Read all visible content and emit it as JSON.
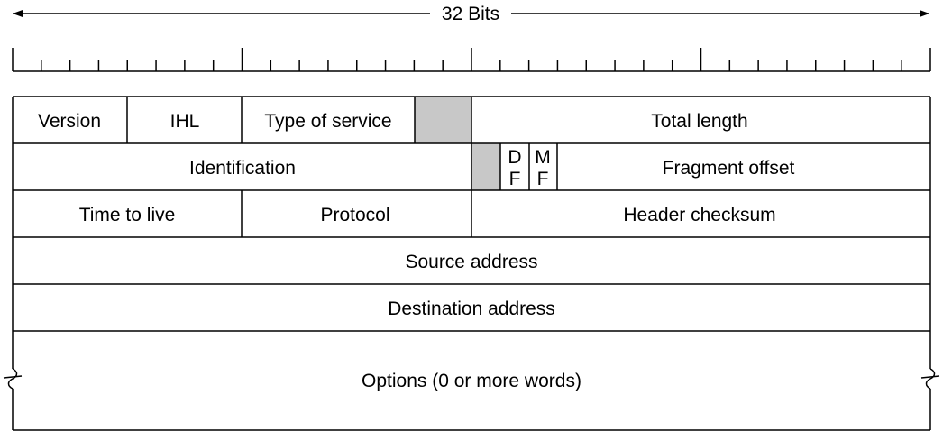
{
  "width_label": "32 Bits",
  "fields": {
    "version": "Version",
    "ihl": "IHL",
    "type_of_service": "Type of service",
    "total_length": "Total length",
    "identification": "Identification",
    "df_1": "D",
    "df_2": "F",
    "mf_1": "M",
    "mf_2": "F",
    "fragment_offset": "Fragment offset",
    "time_to_live": "Time to live",
    "protocol": "Protocol",
    "header_checksum": "Header checksum",
    "source_address": "Source address",
    "destination_address": "Destination address",
    "options": "Options (0 or more words)"
  },
  "colors": {
    "unused_bits": "#c8c8c8",
    "lines": "#000000"
  }
}
